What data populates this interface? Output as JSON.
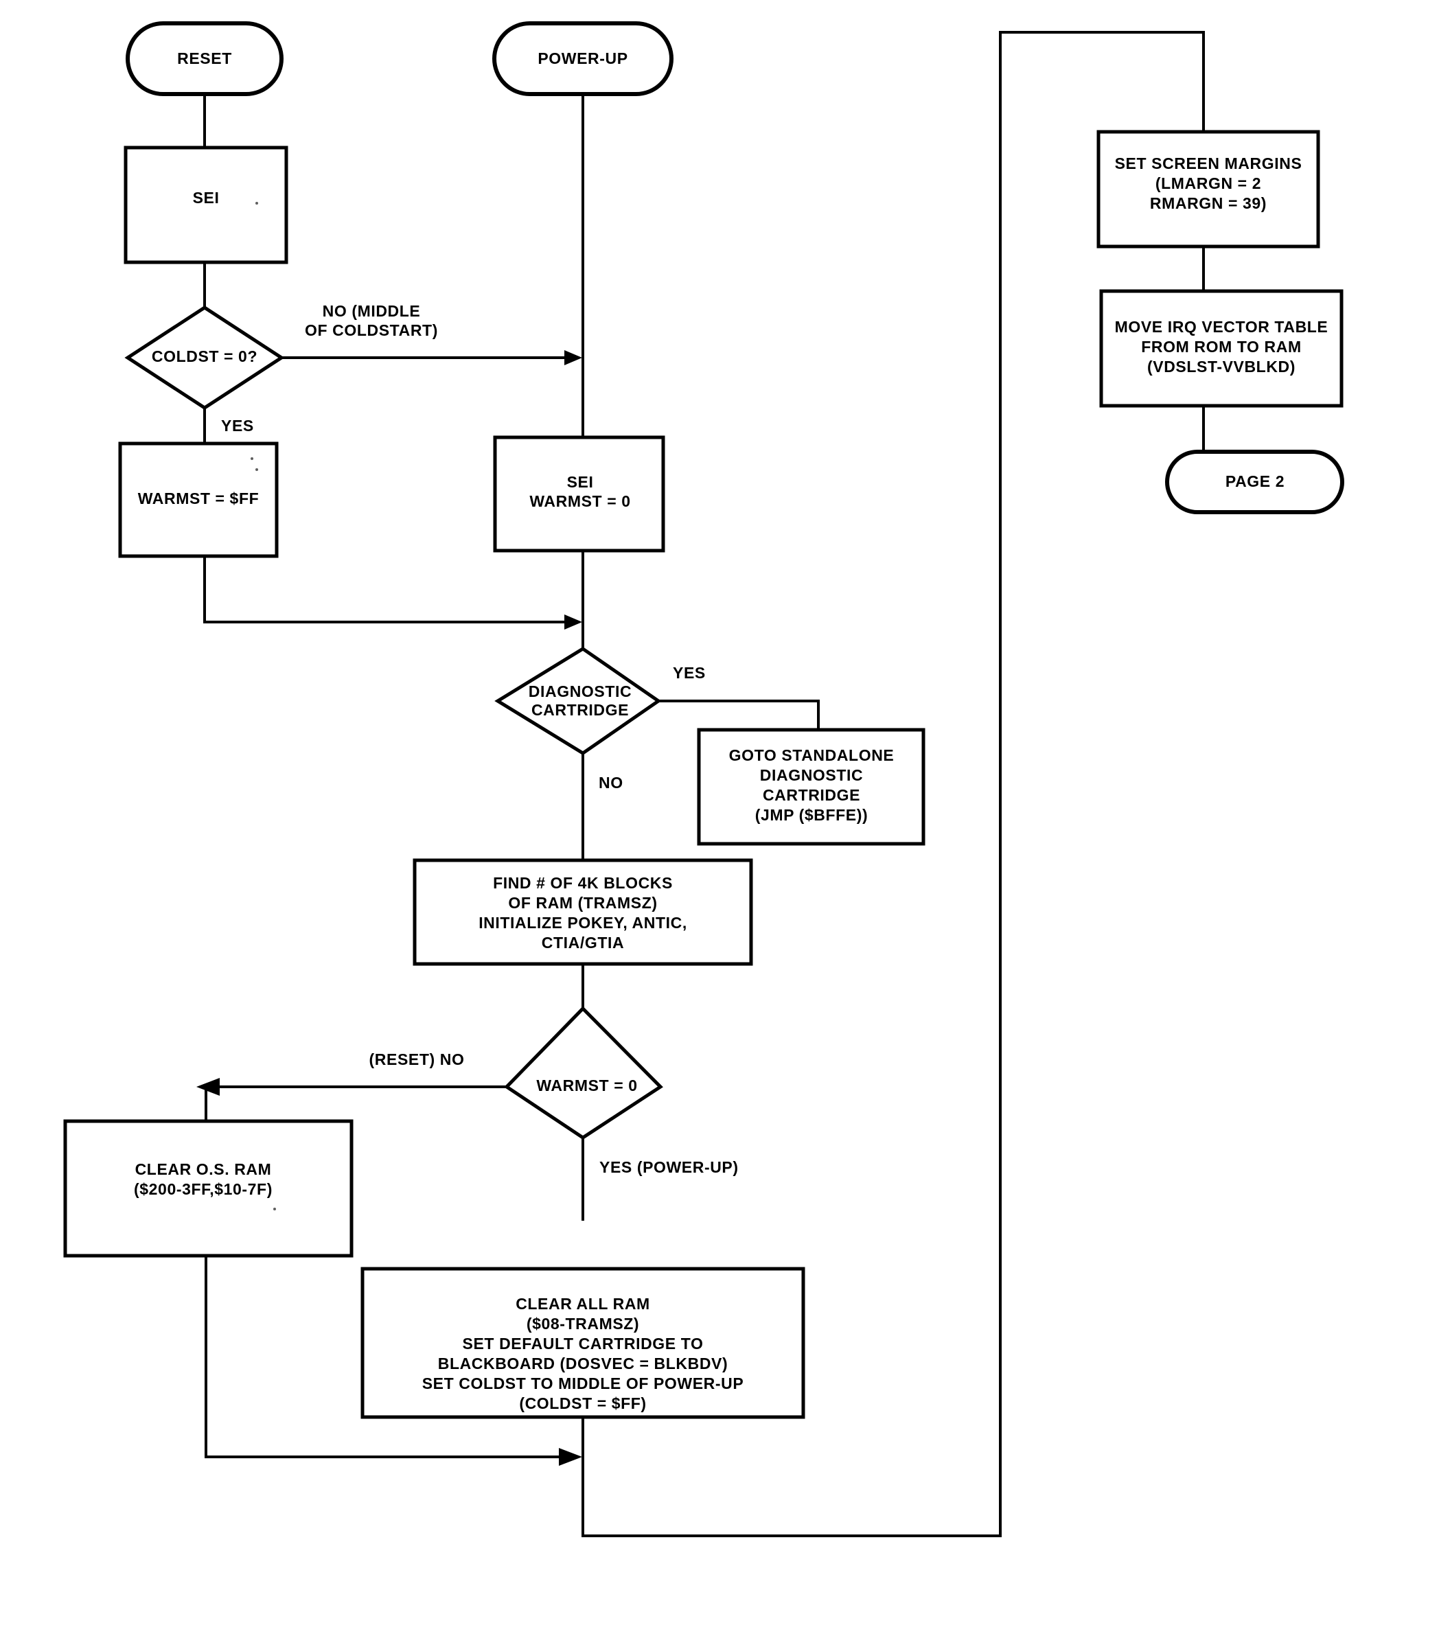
{
  "diagram": {
    "title": "Atari OS RESET / POWER-UP Flowchart Page 1",
    "type": "flowchart",
    "ink_color": "#000000",
    "background_color": "#ffffff"
  },
  "nodes": {
    "reset_terminal": {
      "shape": "terminator",
      "label": "RESET"
    },
    "powerup_terminal": {
      "shape": "terminator",
      "label": "POWER-UP"
    },
    "sei_box": {
      "shape": "process",
      "lines": [
        "SEI"
      ]
    },
    "coldst_decision": {
      "shape": "decision",
      "lines": [
        "COLDST = 0?"
      ]
    },
    "warmst_ff_box": {
      "shape": "process",
      "lines": [
        "WARMST = $FF"
      ]
    },
    "sei_warmst0_box": {
      "shape": "process",
      "lines": [
        "SEI",
        "WARMST = 0"
      ]
    },
    "diagnostic_decision": {
      "shape": "decision",
      "lines": [
        "DIAGNOSTIC",
        "CARTRIDGE"
      ]
    },
    "goto_diag_box": {
      "shape": "process",
      "lines": [
        "GOTO STANDALONE",
        "DIAGNOSTIC",
        "CARTRIDGE",
        "(JMP ($BFFE))"
      ]
    },
    "find_ram_box": {
      "shape": "process",
      "lines": [
        "FIND # OF 4K BLOCKS",
        "OF RAM (TRAMSZ)",
        "INITIALIZE POKEY, ANTIC,",
        "CTIA/GTIA"
      ]
    },
    "warmst0_decision": {
      "shape": "decision",
      "lines": [
        "WARMST = 0"
      ]
    },
    "clear_os_ram_box": {
      "shape": "process",
      "lines": [
        "CLEAR O.S. RAM",
        "($200-3FF,$10-7F)"
      ]
    },
    "clear_all_ram_box": {
      "shape": "process",
      "lines": [
        "CLEAR ALL RAM",
        "($08-TRAMSZ)",
        "SET DEFAULT CARTRIDGE TO",
        "BLACKBOARD (DOSVEC = BLKBDV)",
        "SET COLDST TO MIDDLE OF POWER-UP",
        "(COLDST =  $FF)"
      ]
    },
    "set_margins_box": {
      "shape": "process",
      "lines": [
        "SET SCREEN MARGINS",
        "(LMARGN =  2",
        "RMARGN = 39)"
      ]
    },
    "move_irq_box": {
      "shape": "process",
      "lines": [
        "MOVE IRQ VECTOR TABLE",
        "FROM ROM TO RAM",
        "(VDSLST-VVBLKD)"
      ]
    },
    "page2_terminal": {
      "shape": "terminator",
      "label": "PAGE 2"
    }
  },
  "edge_labels": {
    "coldst_no": [
      "NO (MIDDLE",
      "OF COLDSTART)"
    ],
    "coldst_yes": "YES",
    "diag_yes": "YES",
    "diag_no": "NO",
    "warmst_no": "(RESET) NO",
    "warmst_yes": "YES (POWER-UP)"
  }
}
